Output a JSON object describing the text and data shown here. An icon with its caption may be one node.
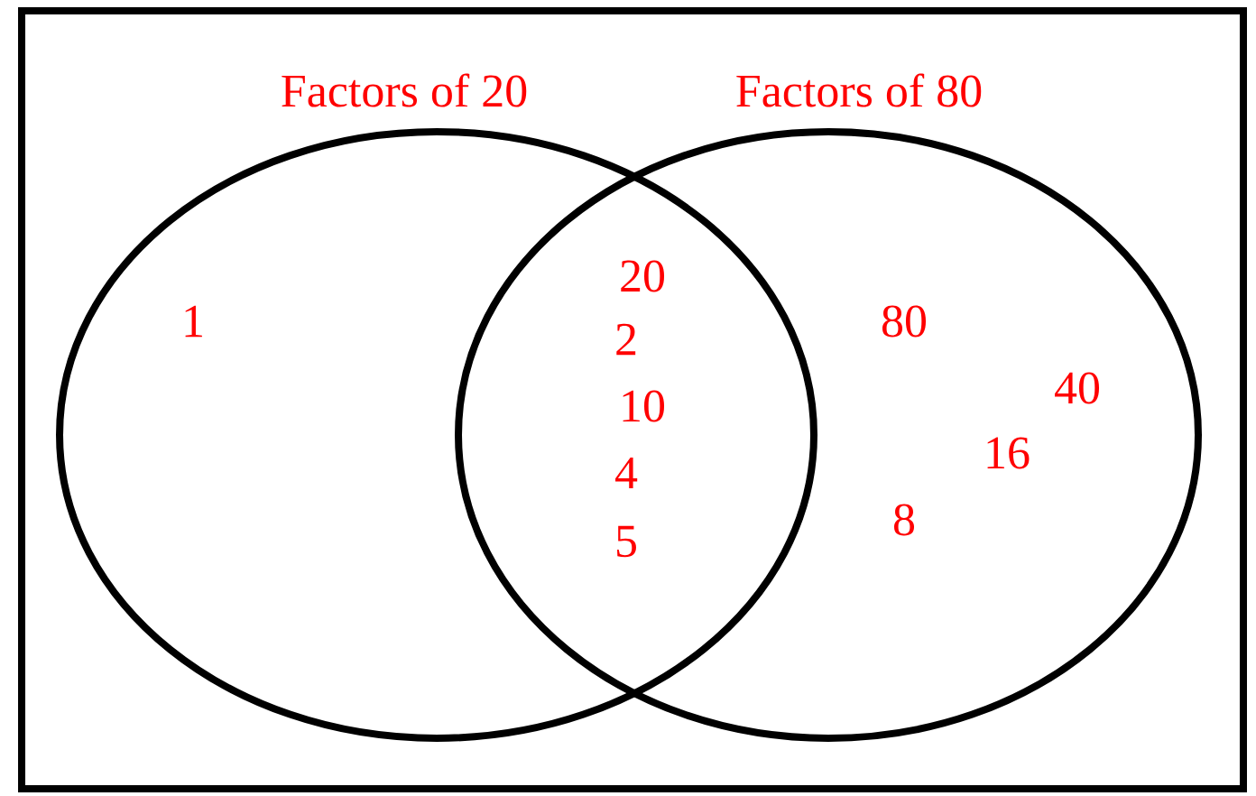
{
  "diagram": {
    "nodes": [
      {
        "text": [],
        "shape": "box"
      },
      {
        "text": [
          "Factors of 20"
        ],
        "in": 0
      },
      {
        "text": [
          "Factors of 80"
        ],
        "in": 0
      }
    ],
    "labels": [
      "1",
      "20",
      "2",
      "10",
      "4",
      "5",
      "80",
      "40",
      "16",
      "8"
    ]
  }
}
